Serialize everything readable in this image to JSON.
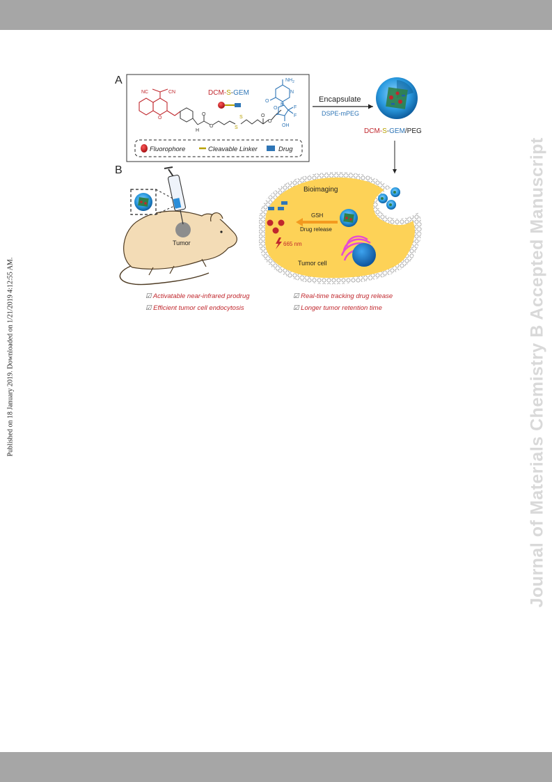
{
  "journal_watermark": "Journal of Materials Chemistry B Accepted Manuscript",
  "published_note": "Published on 18 January 2019. Downloaded on 1/21/2019 4:12:55 AM.",
  "figure": {
    "panel_a_label": "A",
    "panel_b_label": "B",
    "compound_name": {
      "part1": "DCM-",
      "part2": "S",
      "part3": "-",
      "part4": "GEM"
    },
    "chem_labels": {
      "nc": "NC",
      "cn": "CN",
      "nh2": "NH",
      "nh2_sub": "2",
      "n": "N",
      "o": "O",
      "h": "H",
      "f": "F",
      "oh": "OH",
      "s": "S"
    },
    "encapsulate_label": "Encapsulate",
    "dspe_label": "DSPE-mPEG",
    "product_name": {
      "part1": "DCM-",
      "part2": "S",
      "part3": "-",
      "part4": "GEM",
      "part5": "/PEG"
    },
    "legend": {
      "fluorophore": "Fluorophore",
      "linker": "Cleavable Linker",
      "drug": "Drug"
    },
    "tumor_label": "Tumor",
    "bioimaging_label": "Bioimaging",
    "gsh_label": "GSH",
    "drug_release_label": "Drug release",
    "wavelength_label": "665 nm",
    "tumor_cell_label": "Tumor cell",
    "features": [
      "Activatable near-infrared prodrug",
      "Real-time tracking drug release",
      "Efficient tumor cell endocytosis",
      "Longer tumor retention time"
    ],
    "colors": {
      "red": "#c0272d",
      "blue": "#2e75b6",
      "yellow": "#b8a000",
      "cell": "#fdd257",
      "arrow": "#f39a1f"
    }
  }
}
